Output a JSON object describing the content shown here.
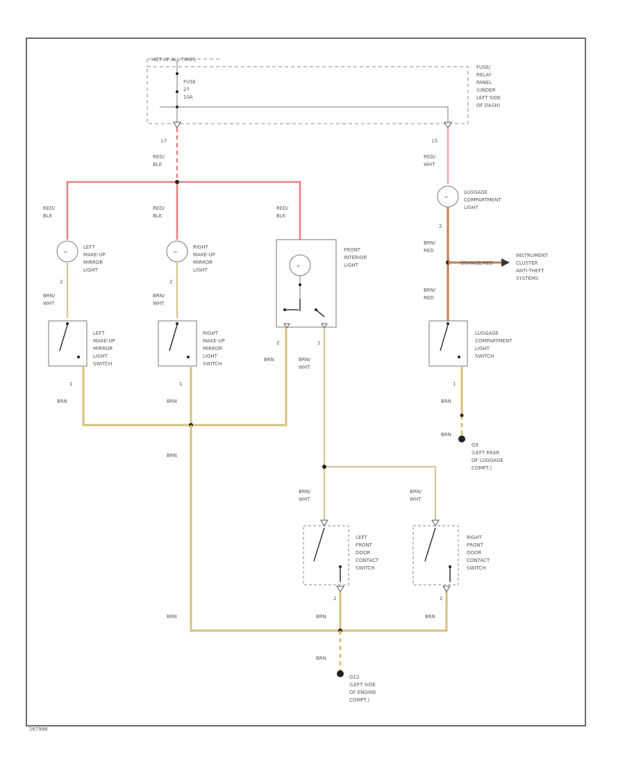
{
  "header": {
    "hot_label": "HOT AT ALL TIMES"
  },
  "fuse": {
    "line1": "FUSE",
    "line2": "27",
    "line3": "10A"
  },
  "fuse_panel": [
    "FUSE/",
    "RELAY",
    "PANEL",
    "(UNDER",
    "LEFT SIDE",
    "OF DASH)"
  ],
  "pins": {
    "l7": "L7",
    "l5": "L5"
  },
  "wires": {
    "red_blk": [
      "RED/",
      "BLK"
    ],
    "red_wht": [
      "RED/",
      "WHT"
    ],
    "brn_red": [
      "BRN/",
      "RED"
    ],
    "brn_wht": [
      "BRN/",
      "WHT"
    ],
    "brn": "BRN",
    "orange": "ORANGE/RED"
  },
  "components": {
    "left_mirror_light": [
      "LEFT",
      "MAKE-UP",
      "MIRROR",
      "LIGHT"
    ],
    "right_mirror_light": [
      "RIGHT",
      "MAKE-UP",
      "MIRROR",
      "LIGHT"
    ],
    "front_interior_light": [
      "FRONT",
      "INTERIOR",
      "LIGHT"
    ],
    "luggage_light": [
      "LUGGAGE",
      "COMPARTMENT",
      "LIGHT"
    ],
    "left_mirror_switch": [
      "LEFT",
      "MAKE-UP",
      "MIRROR",
      "LIGHT",
      "SWITCH"
    ],
    "right_mirror_switch": [
      "RIGHT",
      "MAKE-UP",
      "MIRROR",
      "LIGHT",
      "SWITCH"
    ],
    "luggage_switch": [
      "LUGGAGE",
      "COMPARTMENT",
      "LIGHT",
      "SWITCH"
    ],
    "left_door_switch": [
      "LEFT",
      "FRONT",
      "DOOR",
      "CONTACT",
      "SWITCH"
    ],
    "right_door_switch": [
      "RIGHT",
      "FRONT",
      "DOOR",
      "CONTACT",
      "SWITCH"
    ],
    "instrument_cluster": [
      "INSTRUMENT",
      "CLUSTER",
      "ANTI-THEFT",
      "SYSTEMS"
    ]
  },
  "grounds": {
    "g9": [
      "G9",
      "(LEFT REAR",
      "OF LUGGAGE",
      "COMPT.)"
    ],
    "g12": [
      "G12",
      "(LEFT SIDE",
      "OF ENGINE",
      "COMPT.)"
    ]
  },
  "pin_numbers": {
    "one": "1",
    "two": "2"
  },
  "footer_code": "167986"
}
